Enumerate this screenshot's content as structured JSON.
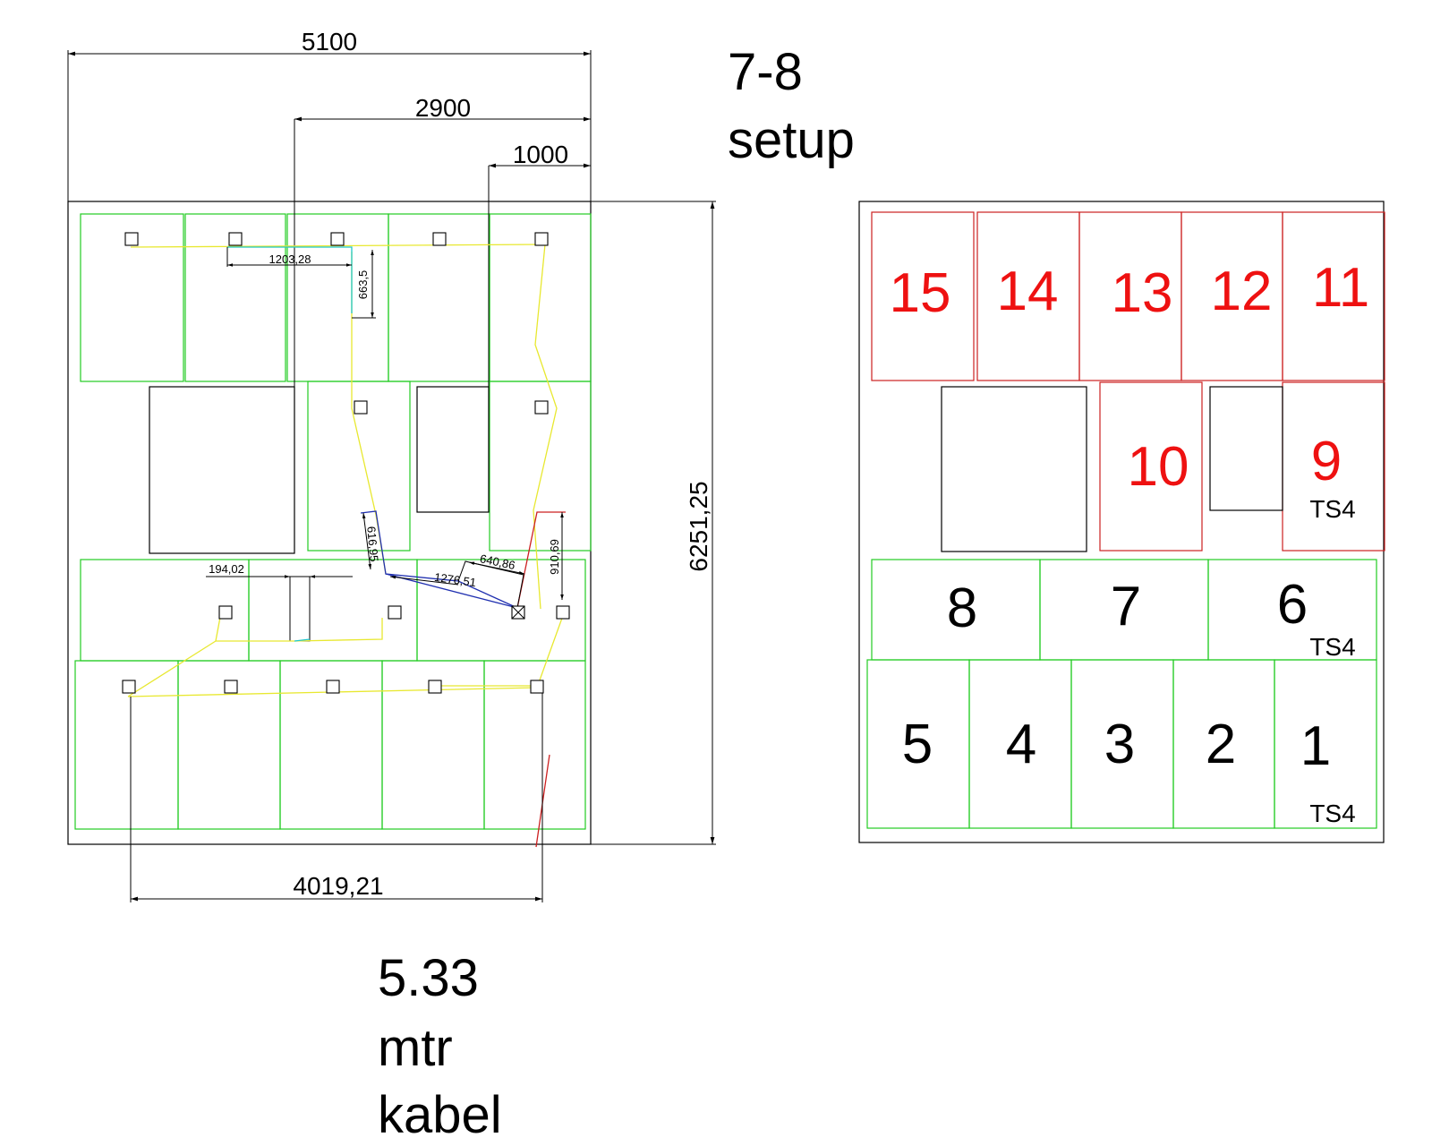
{
  "title": {
    "line1": "7-8",
    "line2": "setup"
  },
  "cable_note": {
    "line1": "5.33",
    "line2": "mtr",
    "line3": "kabel"
  },
  "dimensions": {
    "total_width": "5100",
    "partial_width": "2900",
    "small_width": "1000",
    "total_height": "6251,25",
    "bottom_span": "4019,21",
    "seg_a": "1203,28",
    "seg_b": "663,5",
    "seg_c": "616,95",
    "seg_d": "1276,51",
    "seg_e": "640,86",
    "seg_f": "910,69",
    "seg_g": "194,02"
  },
  "colors": {
    "outline": "#000000",
    "zone": "#22cc22",
    "cable": "#e8e830",
    "cable_alt": "#20c8c8",
    "cable_blue": "#2030b0",
    "cable_red": "#cc2020",
    "number_red": "#ee1111"
  },
  "plan": {
    "zones_top": [
      "15",
      "14",
      "13",
      "12",
      "11"
    ],
    "zones_middle": [
      "10",
      "9"
    ],
    "zones_row3": [
      "8",
      "7",
      "6"
    ],
    "zones_bottom": [
      "5",
      "4",
      "3",
      "2",
      "1"
    ],
    "ts_labels": {
      "zone9": "TS4",
      "zone6": "TS4",
      "zone1": "TS4"
    }
  }
}
